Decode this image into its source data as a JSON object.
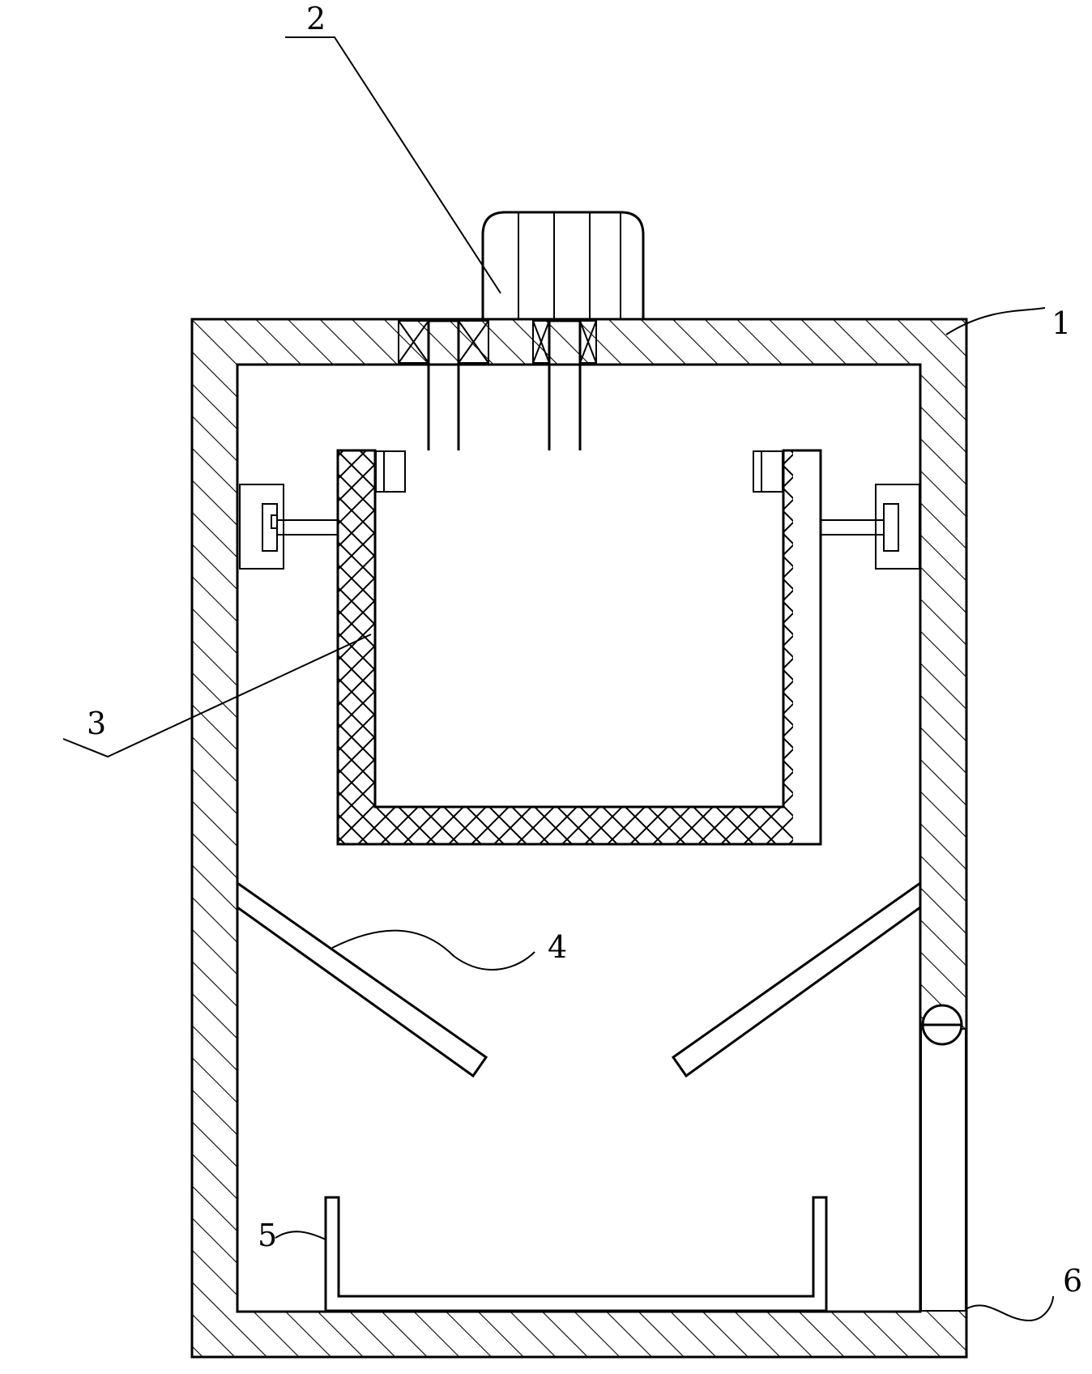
{
  "labels": {
    "housing": "1",
    "motor": "2",
    "basket": "3",
    "guide_plate": "4",
    "collector": "5",
    "door": "6"
  },
  "colors": {
    "line": "#000000",
    "background": "#ffffff"
  }
}
